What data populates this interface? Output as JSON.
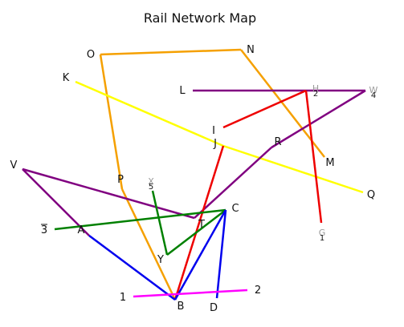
{
  "title": "Rail Network Map",
  "stations": {
    "O": "O",
    "N": "N",
    "K": "K",
    "L": "L",
    "H": "H",
    "W": "W",
    "I": "I",
    "J": "J",
    "R": "R",
    "M": "M",
    "V": "V",
    "P": "P",
    "X": "X",
    "Q": "Q",
    "C": "C",
    "T": "T",
    "A": "A",
    "Z": "3",
    "G": "G",
    "Y": "Y",
    "B": "B",
    "D": "D",
    "S1": "1",
    "S2": "2"
  },
  "sublabels": {
    "H": "2",
    "W": "4",
    "X": "5",
    "Z": "3",
    "G": "1"
  },
  "lines": [
    {
      "color": "#f5a000",
      "segments": [
        [
          "O",
          "N"
        ],
        [
          "N",
          "M"
        ],
        [
          "O",
          "P"
        ],
        [
          "P",
          "B"
        ]
      ]
    },
    {
      "color": "#ffff00",
      "segments": [
        [
          "K",
          "J"
        ],
        [
          "J",
          "Q"
        ]
      ]
    },
    {
      "color": "#800080",
      "segments": [
        [
          "L",
          "W"
        ],
        [
          "R",
          "W"
        ],
        [
          "R",
          "T"
        ],
        [
          "V",
          "T"
        ],
        [
          "V",
          "A"
        ]
      ]
    },
    {
      "color": "#ee0000",
      "segments": [
        [
          "I",
          "H"
        ],
        [
          "H",
          "G"
        ],
        [
          "J",
          "B"
        ]
      ]
    },
    {
      "color": "#008000",
      "segments": [
        [
          "Z",
          "C"
        ],
        [
          "X",
          "Y"
        ],
        [
          "Y",
          "C"
        ]
      ]
    },
    {
      "color": "#0000ee",
      "segments": [
        [
          "A",
          "B"
        ],
        [
          "B",
          "C"
        ],
        [
          "C",
          "D"
        ]
      ]
    },
    {
      "color": "#ff00ff",
      "segments": [
        [
          "S1",
          "S2"
        ]
      ]
    }
  ]
}
